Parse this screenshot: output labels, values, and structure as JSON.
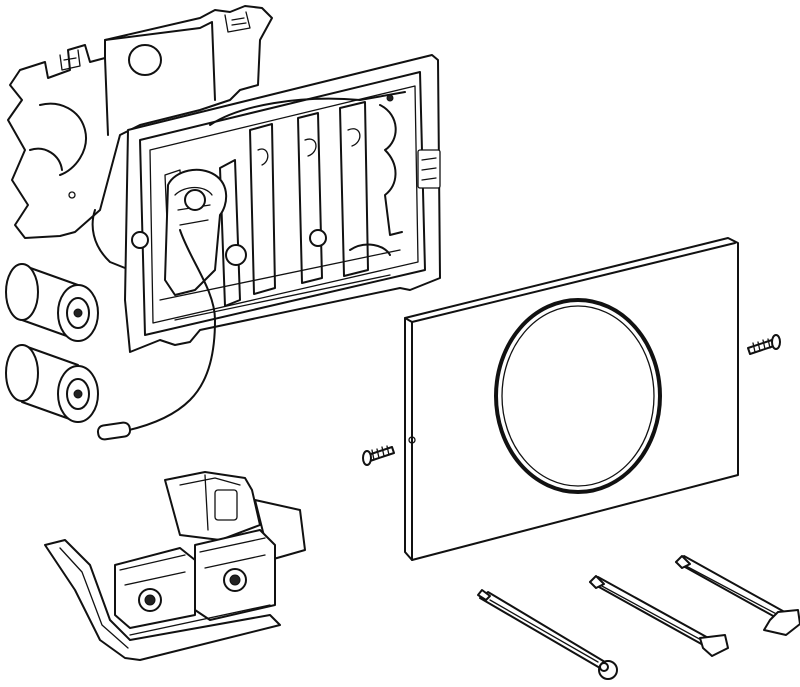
{
  "diagram": {
    "background": "#ffffff",
    "line_color": "#111111",
    "parts": [
      {
        "id": "mounting-frame",
        "icon": "mounting-frame-icon"
      },
      {
        "id": "control-unit-with-cable",
        "icon": "cable-icon"
      },
      {
        "id": "battery-1",
        "icon": "battery-icon"
      },
      {
        "id": "battery-2",
        "icon": "battery-icon"
      },
      {
        "id": "actuator-unit",
        "icon": "actuator-icon"
      },
      {
        "id": "cover-plate-with-sensor-ring",
        "icon": "cover-plate-icon"
      },
      {
        "id": "screw-left",
        "icon": "screw-icon"
      },
      {
        "id": "screw-right",
        "icon": "screw-icon"
      },
      {
        "id": "actuating-rod-1",
        "icon": "rod-icon"
      },
      {
        "id": "actuating-rod-2",
        "icon": "rod-icon"
      },
      {
        "id": "actuating-rod-3",
        "icon": "rod-icon"
      }
    ]
  }
}
